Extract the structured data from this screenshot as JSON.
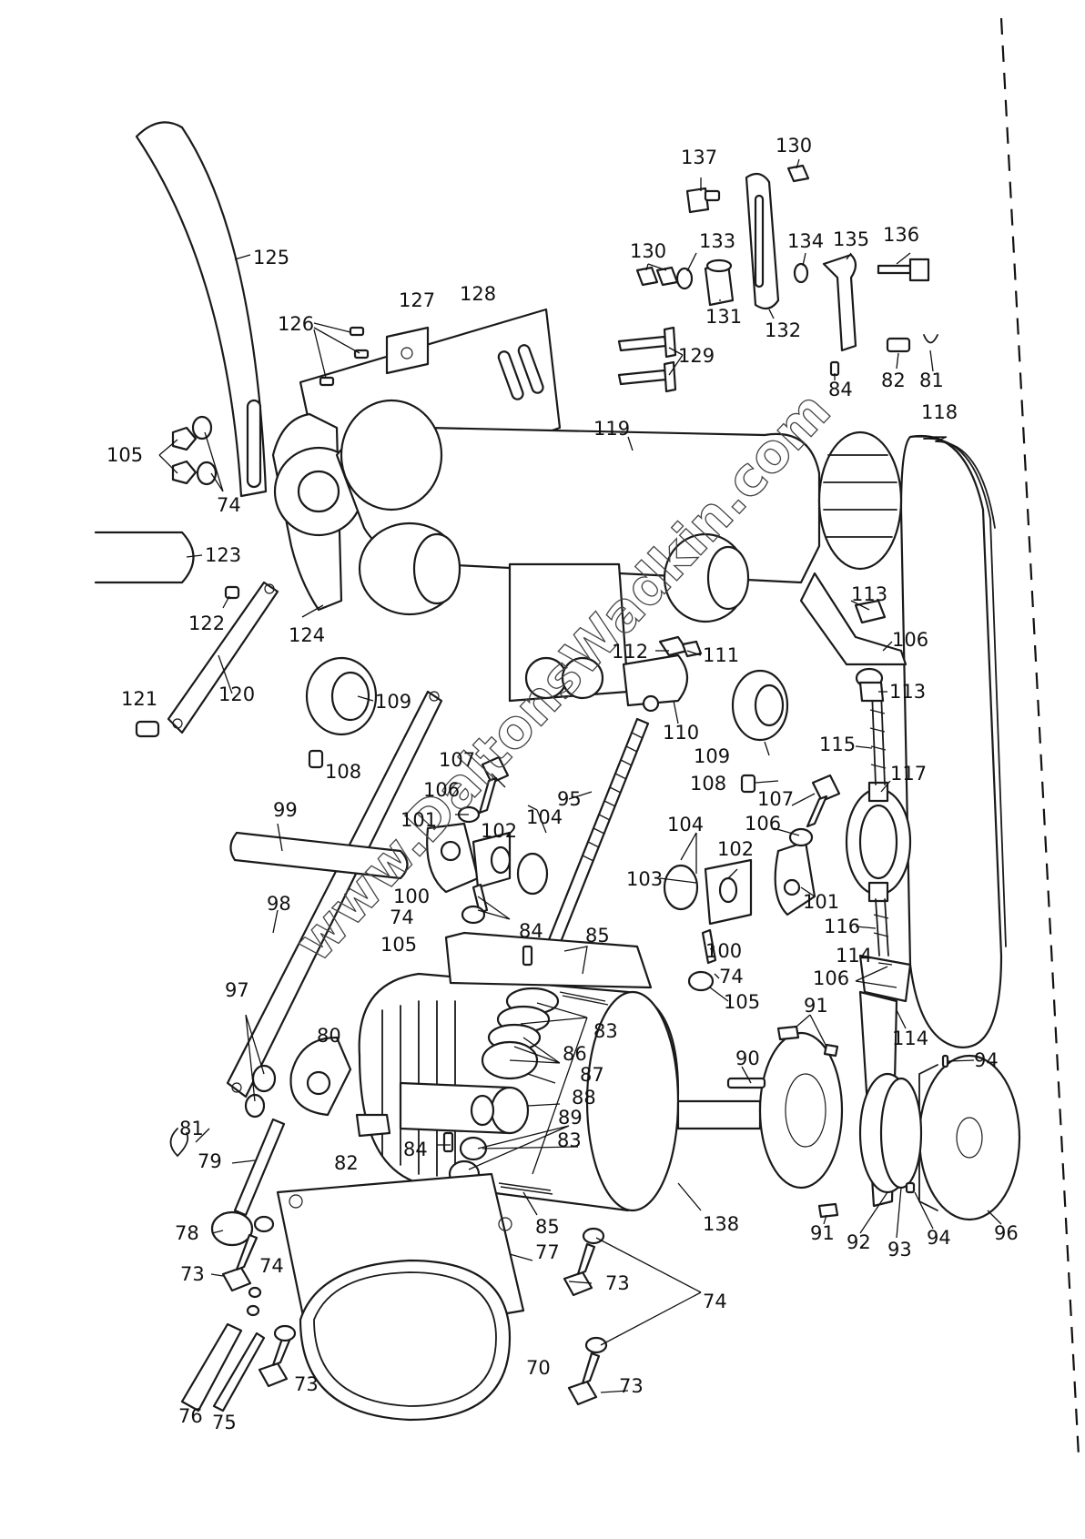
{
  "watermark": {
    "text": "www.DaltonsWadkin.com",
    "color": "#444444"
  },
  "labels": [
    {
      "id": "l125",
      "text": "125"
    },
    {
      "id": "l126",
      "text": "126"
    },
    {
      "id": "l127",
      "text": "127"
    },
    {
      "id": "l128",
      "text": "128"
    },
    {
      "id": "l105a",
      "text": "105"
    },
    {
      "id": "l74a",
      "text": "74"
    },
    {
      "id": "l123",
      "text": "123"
    },
    {
      "id": "l122",
      "text": "122"
    },
    {
      "id": "l124",
      "text": "124"
    },
    {
      "id": "l121",
      "text": "121"
    },
    {
      "id": "l120",
      "text": "120"
    },
    {
      "id": "l109a",
      "text": "109"
    },
    {
      "id": "l108a",
      "text": "108"
    },
    {
      "id": "l99",
      "text": "99"
    },
    {
      "id": "l98",
      "text": "98"
    },
    {
      "id": "l97",
      "text": "97"
    },
    {
      "id": "l81a",
      "text": "81"
    },
    {
      "id": "l80",
      "text": "80"
    },
    {
      "id": "l79",
      "text": "79"
    },
    {
      "id": "l82a",
      "text": "82"
    },
    {
      "id": "l78",
      "text": "78"
    },
    {
      "id": "l73a",
      "text": "73"
    },
    {
      "id": "l74b",
      "text": "74"
    },
    {
      "id": "l76",
      "text": "76"
    },
    {
      "id": "l75",
      "text": "75"
    },
    {
      "id": "l73b",
      "text": "73"
    },
    {
      "id": "l70",
      "text": "70"
    },
    {
      "id": "l77",
      "text": "77"
    },
    {
      "id": "l73c",
      "text": "73"
    },
    {
      "id": "l74c",
      "text": "74"
    },
    {
      "id": "l73d",
      "text": "73"
    },
    {
      "id": "l85a",
      "text": "85"
    },
    {
      "id": "l84a",
      "text": "84"
    },
    {
      "id": "l83a",
      "text": "83"
    },
    {
      "id": "l89",
      "text": "89"
    },
    {
      "id": "l88",
      "text": "88"
    },
    {
      "id": "l87",
      "text": "87"
    },
    {
      "id": "l86",
      "text": "86"
    },
    {
      "id": "l83b",
      "text": "83"
    },
    {
      "id": "l85b",
      "text": "85"
    },
    {
      "id": "l84b",
      "text": "84"
    },
    {
      "id": "l138",
      "text": "138"
    },
    {
      "id": "l107a",
      "text": "107"
    },
    {
      "id": "l106a",
      "text": "106"
    },
    {
      "id": "l101a",
      "text": "101"
    },
    {
      "id": "l102a",
      "text": "102"
    },
    {
      "id": "l104a",
      "text": "104"
    },
    {
      "id": "l100a",
      "text": "100"
    },
    {
      "id": "l74d",
      "text": "74"
    },
    {
      "id": "l105b",
      "text": "105"
    },
    {
      "id": "l95",
      "text": "95"
    },
    {
      "id": "l103",
      "text": "103"
    },
    {
      "id": "l104b",
      "text": "104"
    },
    {
      "id": "l102b",
      "text": "102"
    },
    {
      "id": "l101b",
      "text": "101"
    },
    {
      "id": "l106b",
      "text": "106"
    },
    {
      "id": "l107b",
      "text": "107"
    },
    {
      "id": "l108b",
      "text": "108"
    },
    {
      "id": "l109b",
      "text": "109"
    },
    {
      "id": "l110",
      "text": "110"
    },
    {
      "id": "l112",
      "text": "112"
    },
    {
      "id": "l111",
      "text": "111"
    },
    {
      "id": "l119",
      "text": "119"
    },
    {
      "id": "l100b",
      "text": "100"
    },
    {
      "id": "l74e",
      "text": "74"
    },
    {
      "id": "l105c",
      "text": "105"
    },
    {
      "id": "l90",
      "text": "90"
    },
    {
      "id": "l91a",
      "text": "91"
    },
    {
      "id": "l91b",
      "text": "91"
    },
    {
      "id": "l92",
      "text": "92"
    },
    {
      "id": "l93",
      "text": "93"
    },
    {
      "id": "l94a",
      "text": "94"
    },
    {
      "id": "l94b",
      "text": "94"
    },
    {
      "id": "l96",
      "text": "96"
    },
    {
      "id": "l113a",
      "text": "113"
    },
    {
      "id": "l106c",
      "text": "106"
    },
    {
      "id": "l113b",
      "text": "113"
    },
    {
      "id": "l115",
      "text": "115"
    },
    {
      "id": "l117",
      "text": "117"
    },
    {
      "id": "l116",
      "text": "116"
    },
    {
      "id": "l114a",
      "text": "114"
    },
    {
      "id": "l106d",
      "text": "106"
    },
    {
      "id": "l114b",
      "text": "114"
    },
    {
      "id": "l118",
      "text": "118"
    },
    {
      "id": "l137",
      "text": "137"
    },
    {
      "id": "l130a",
      "text": "130"
    },
    {
      "id": "l130b",
      "text": "130"
    },
    {
      "id": "l133",
      "text": "133"
    },
    {
      "id": "l134",
      "text": "134"
    },
    {
      "id": "l135",
      "text": "135"
    },
    {
      "id": "l136",
      "text": "136"
    },
    {
      "id": "l131",
      "text": "131"
    },
    {
      "id": "l132",
      "text": "132"
    },
    {
      "id": "l129",
      "text": "129"
    },
    {
      "id": "l84c",
      "text": "84"
    },
    {
      "id": "l82b",
      "text": "82"
    },
    {
      "id": "l81b",
      "text": "81"
    }
  ]
}
